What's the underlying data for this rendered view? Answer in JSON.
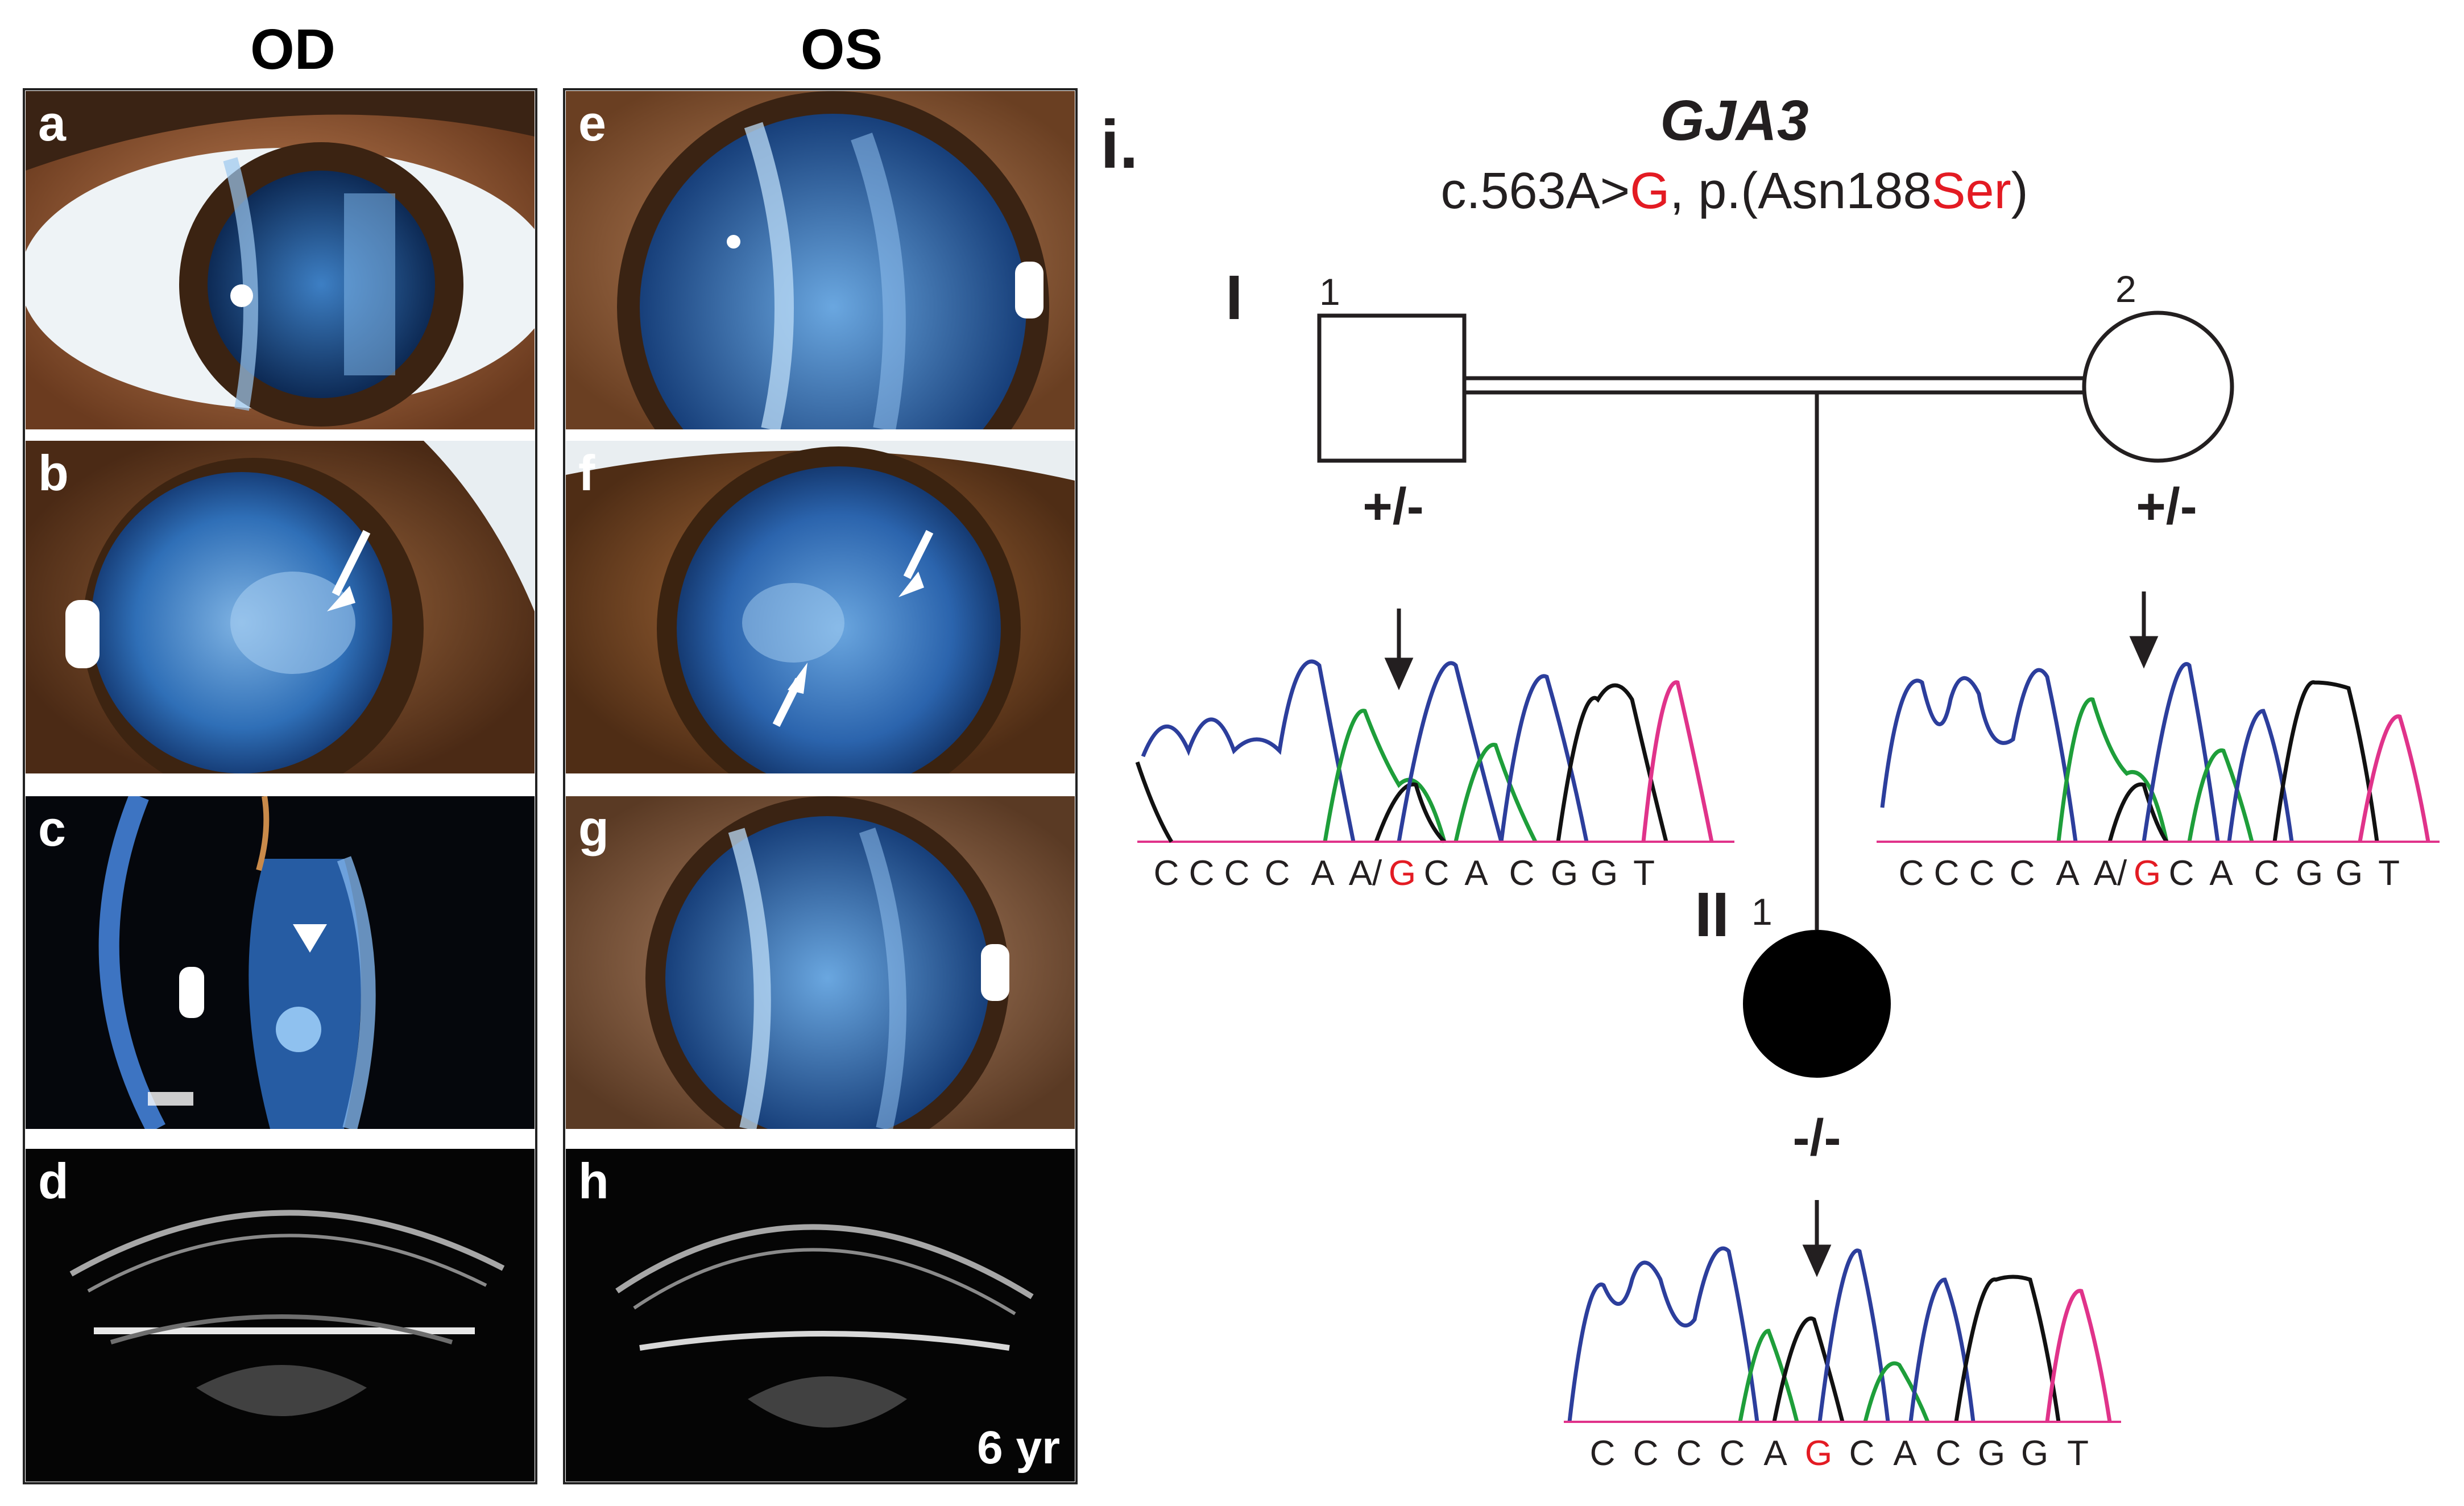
{
  "columns": {
    "od": "OD",
    "os": "OS"
  },
  "panels": {
    "a": "a",
    "b": "b",
    "c": "c",
    "d": "d",
    "e": "e",
    "f": "f",
    "g": "g",
    "h": "h"
  },
  "age_label": "6 yr",
  "pedigree": {
    "panel_label": "i.",
    "gene": "GJA3",
    "variant": {
      "prefix": "c.563A>",
      "alt": "G",
      "mid": ", p.(Asn188",
      "alt_aa": "Ser",
      "suffix": ")"
    },
    "generations": {
      "g1": "I",
      "g2": "II"
    },
    "individuals": [
      {
        "id": "I-1",
        "number": "1",
        "genotype": "+/-",
        "sex": "male",
        "affected": false
      },
      {
        "id": "I-2",
        "number": "2",
        "genotype": "+/-",
        "sex": "female",
        "affected": false
      },
      {
        "id": "II-1",
        "number": "1",
        "genotype": "-/-",
        "sex": "female",
        "affected": true
      }
    ]
  },
  "chromatograms": {
    "father": [
      "C",
      "C",
      "C",
      "C",
      "A",
      "A/",
      "G",
      "C",
      "A",
      "C",
      "G",
      "G",
      "T"
    ],
    "mother": [
      "C",
      "C",
      "C",
      "C",
      "A",
      "A/",
      "G",
      "C",
      "A",
      "C",
      "G",
      "G",
      "T"
    ],
    "proband": [
      "C",
      "C",
      "C",
      "C",
      "A",
      "G",
      "C",
      "A",
      "C",
      "G",
      "G",
      "T"
    ]
  },
  "colors": {
    "base_A": "#1e9e3a",
    "base_C": "#2c3e9c",
    "base_G": "#111111",
    "base_T": "#e0338a",
    "highlight": "#e31b23",
    "text": "#231f20"
  }
}
